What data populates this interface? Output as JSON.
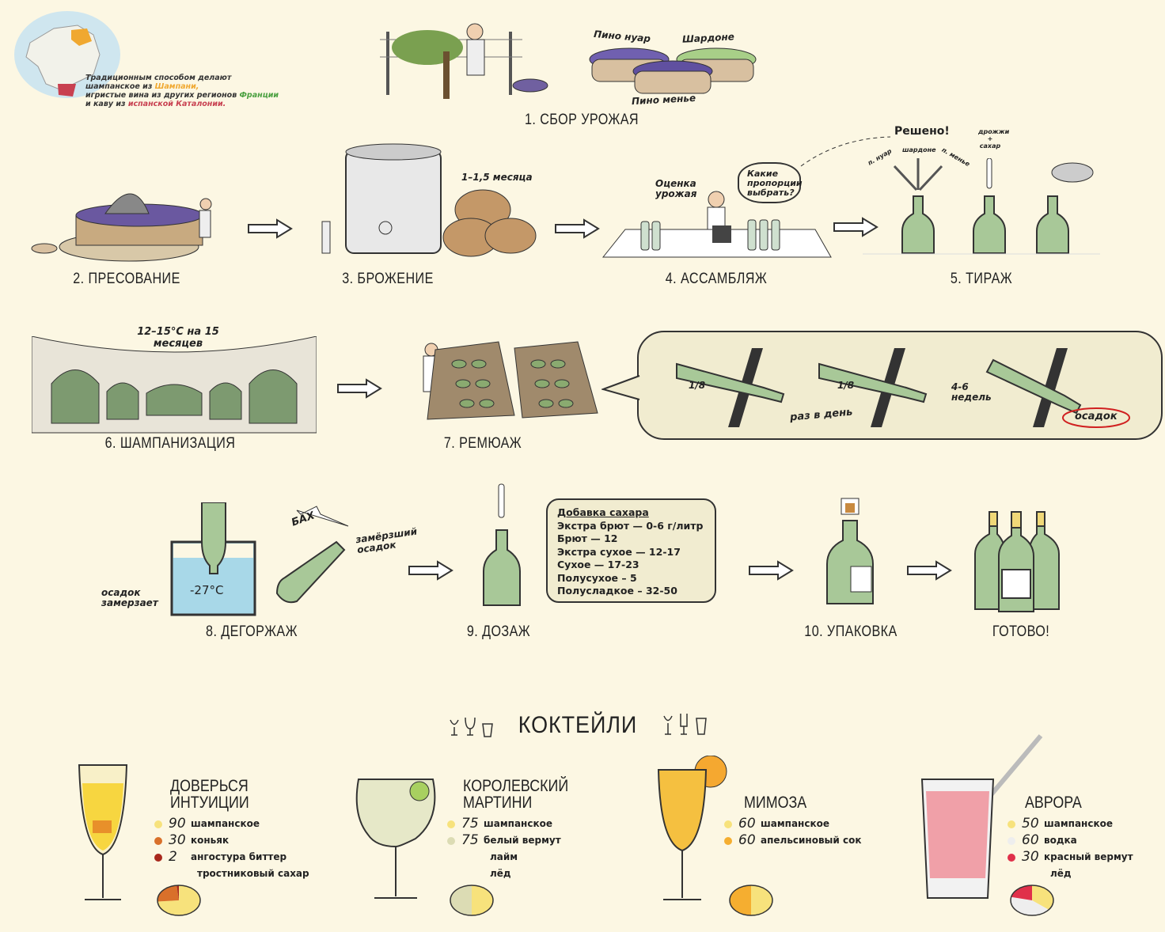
{
  "intro": {
    "line1": "Традиционным способом делают",
    "line2_prefix": "шампанское из ",
    "line2_region": "Шампани,",
    "line3_prefix": "игристые вина из других регионов ",
    "line3_region": "Франции",
    "line4_prefix": "и каву из ",
    "line4_region": "испанской Каталонии.",
    "colors": {
      "champagne": "#f0a830",
      "france": "#4aa040",
      "catalonia": "#c84050"
    }
  },
  "steps": {
    "s1": {
      "title": "1. СБОР УРОЖАЯ",
      "grapes": [
        "Пино нуар",
        "Шардоне",
        "Пино менье"
      ]
    },
    "s2": {
      "title": "2. ПРЕСОВАНИЕ"
    },
    "s3": {
      "title": "3. БРОЖЕНИЕ",
      "note": "1–1,5 месяца"
    },
    "s4": {
      "title": "4. АССАМБЛЯЖ",
      "note": "Оценка урожая",
      "thought": "Какие пропорции выбрать?"
    },
    "s5": {
      "title": "5. ТИРАЖ",
      "decided": "Решено!",
      "grapes": [
        "п. нуар",
        "шардоне",
        "п. менье"
      ],
      "additive": "дрожжи + сахар"
    },
    "s6": {
      "title": "6. ШАМПАНИЗАЦИЯ",
      "note": "12–15°С на 15 месяцев"
    },
    "s7": {
      "title": "7. РЕМЮАЖ",
      "turn1": "1/8",
      "turn2": "1/8",
      "per_day": "раз в день",
      "weeks": "4-6 недель",
      "sediment": "осадок"
    },
    "s8": {
      "title": "8. ДЕГОРЖАЖ",
      "freeze": "осадок замерзает",
      "temp": "-27°С",
      "bang": "БАХ",
      "frozen": "замёрзший осадок"
    },
    "s9": {
      "title": "9. ДОЗАЖ",
      "sugar": {
        "heading": "Добавка сахара",
        "rows": [
          "Экстра брют — 0-6 г/литр",
          "Брют — 12",
          "Экстра сухое — 12-17",
          "Сухое — 17-23",
          "Полусухое – 5",
          "Полусладкое – 32-50"
        ]
      }
    },
    "s10": {
      "title": "10. УПАКОВКА"
    },
    "done": {
      "title": "ГОТОВО!"
    }
  },
  "cocktails": {
    "heading": "КОКТЕЙЛИ",
    "items": [
      {
        "name": "ДОВЕРЬСЯ ИНТУИЦИИ",
        "ingredients": [
          {
            "amount": "90",
            "value": 90,
            "name": "шампанское",
            "color": "#f7e27c"
          },
          {
            "amount": "30",
            "value": 30,
            "name": "коньяк",
            "color": "#d9702a"
          },
          {
            "amount": "2",
            "value": 2,
            "name": "ангостура биттер",
            "color": "#a8281c"
          },
          {
            "amount": "",
            "name": "тростниковый сахар"
          }
        ]
      },
      {
        "name": "КОРОЛЕВСКИЙ МАРТИНИ",
        "ingredients": [
          {
            "amount": "75",
            "value": 75,
            "name": "шампанское",
            "color": "#f7e27c"
          },
          {
            "amount": "75",
            "value": 75,
            "name": "белый вермут",
            "color": "#dcdcb4"
          },
          {
            "amount": "",
            "name": "лайм"
          },
          {
            "amount": "",
            "name": "лёд"
          }
        ]
      },
      {
        "name": "МИМОЗА",
        "ingredients": [
          {
            "amount": "60",
            "value": 60,
            "name": "шампанское",
            "color": "#f7e27c"
          },
          {
            "amount": "60",
            "value": 60,
            "name": "апельсиновый сок",
            "color": "#f5ae30"
          }
        ]
      },
      {
        "name": "АВРОРА",
        "ingredients": [
          {
            "amount": "50",
            "value": 50,
            "name": "шампанское",
            "color": "#f7e27c"
          },
          {
            "amount": "60",
            "value": 60,
            "name": "водка",
            "color": "#eeeeee"
          },
          {
            "amount": "30",
            "value": 30,
            "name": "красный вермут",
            "color": "#e0304a"
          },
          {
            "amount": "",
            "name": "лёд"
          }
        ]
      }
    ]
  }
}
